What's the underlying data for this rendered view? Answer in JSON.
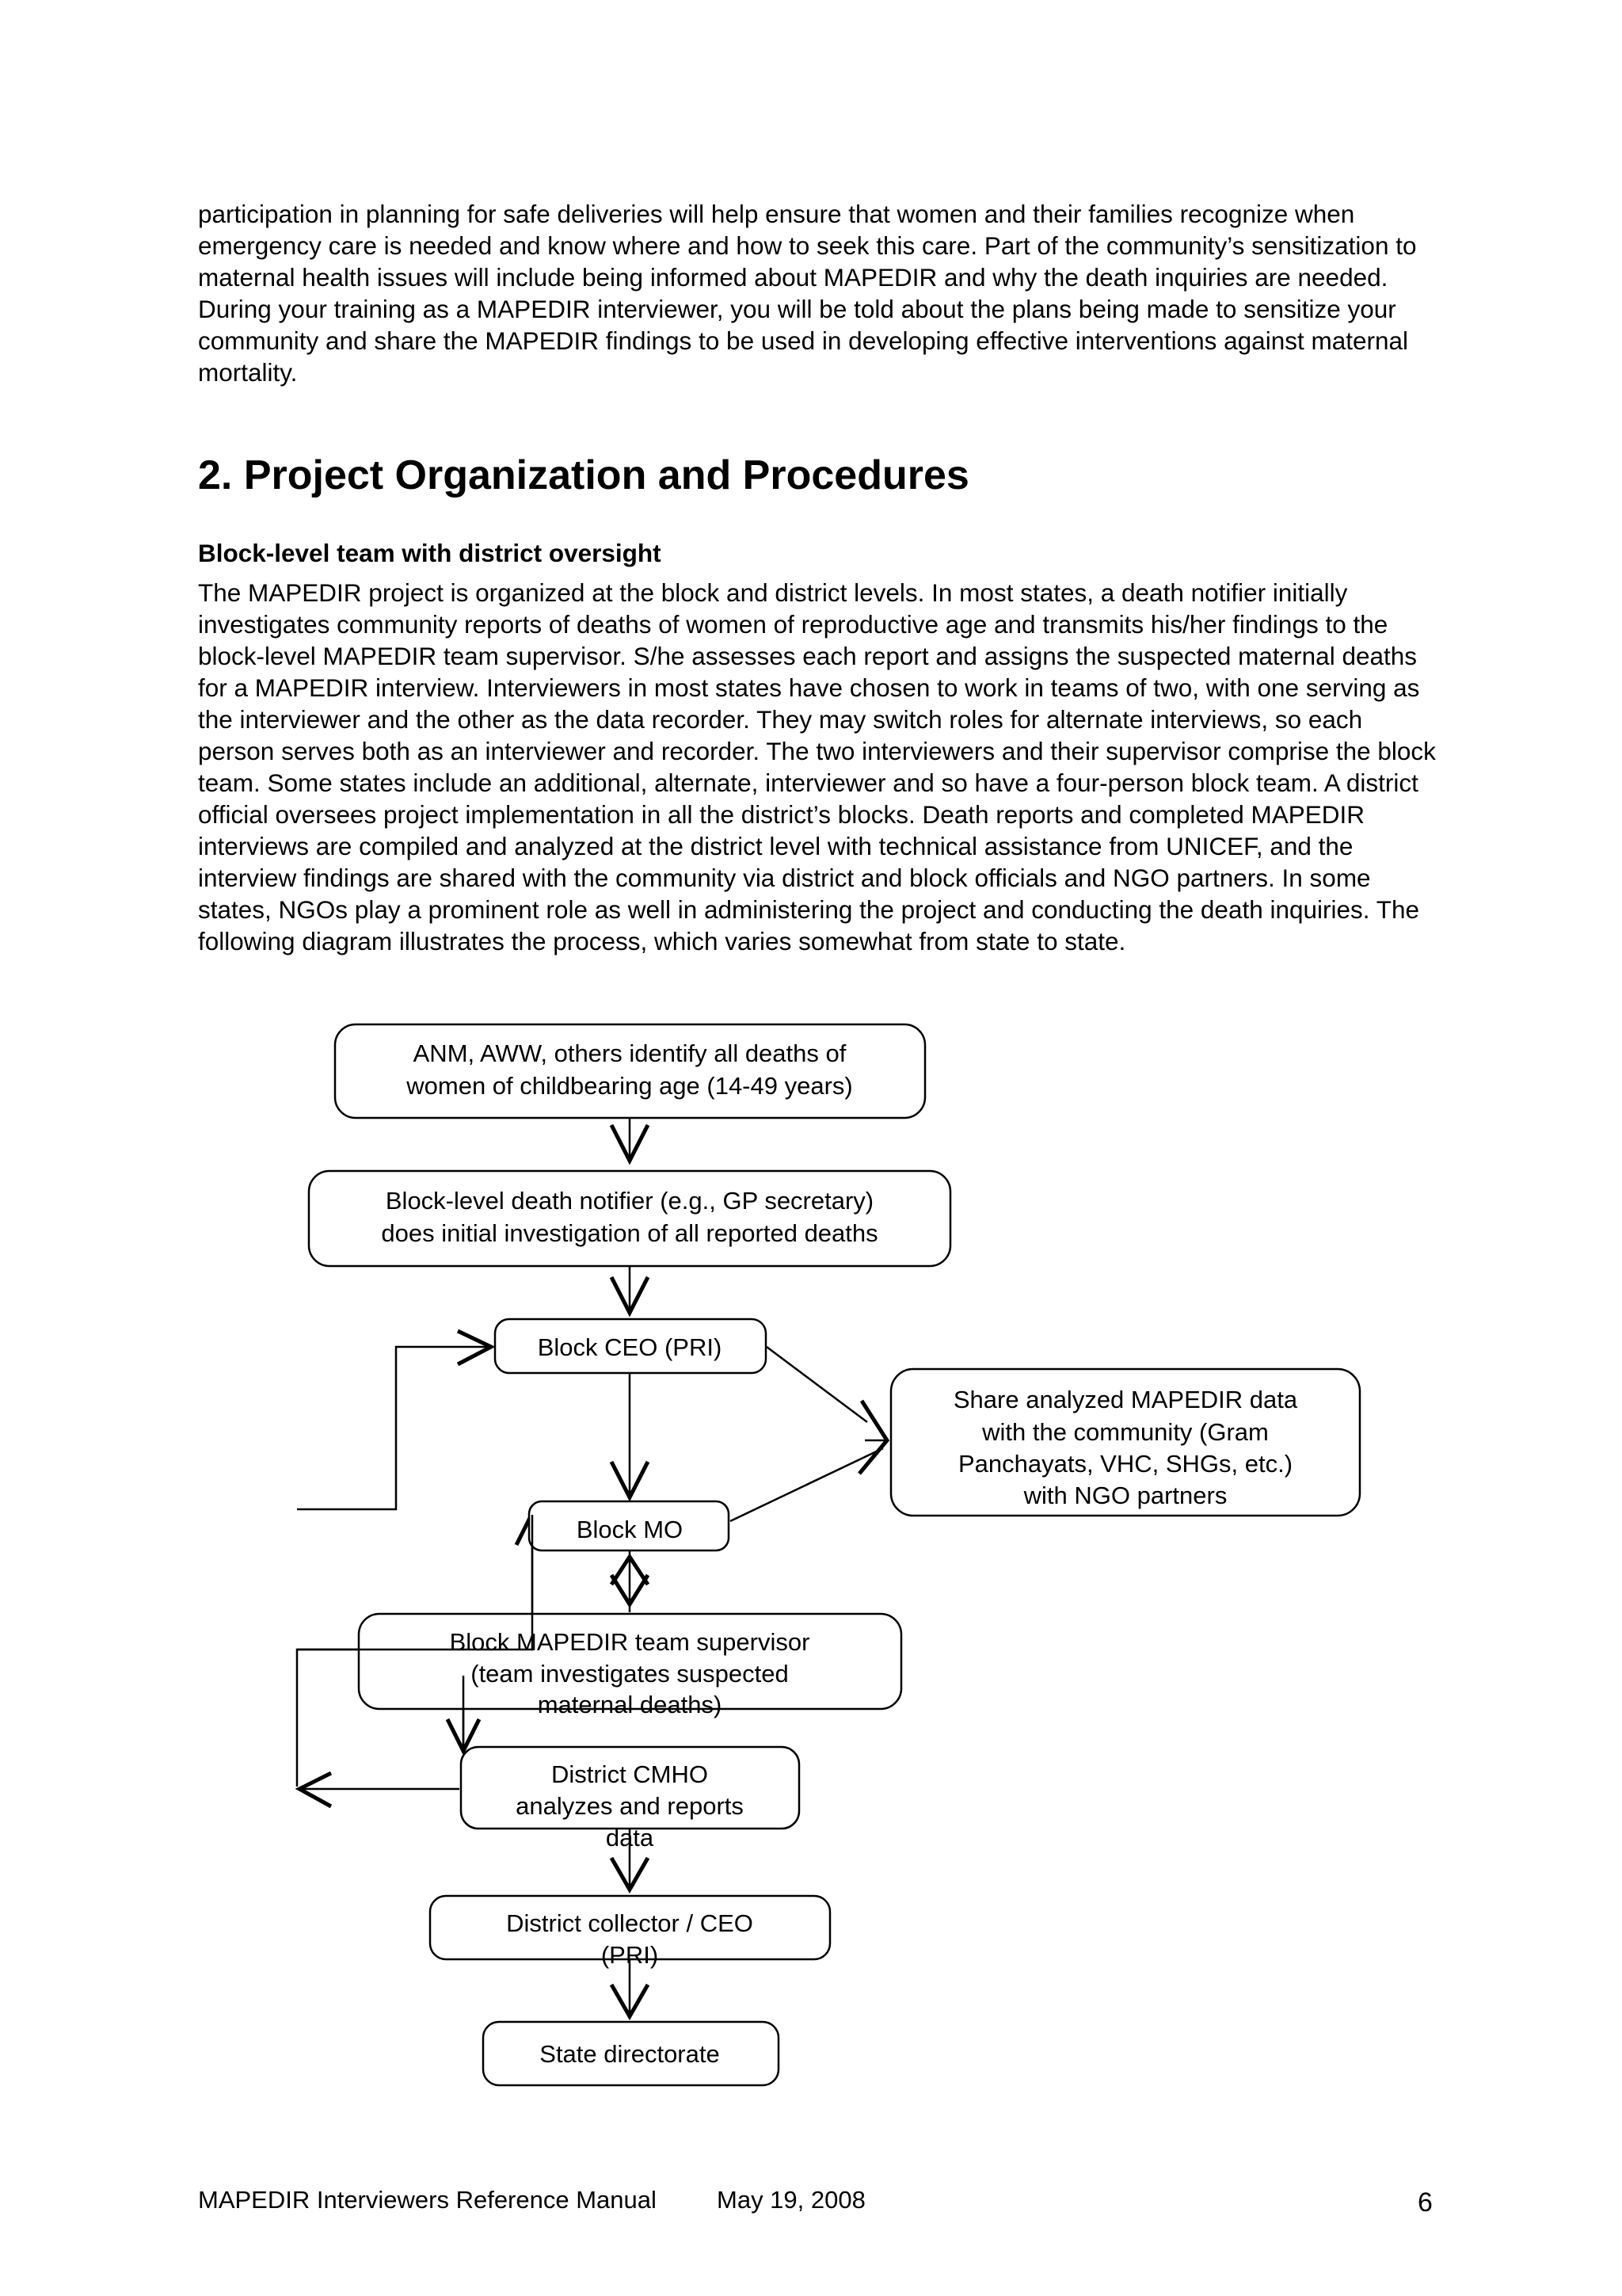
{
  "intro_paragraph": "participation in planning for safe deliveries will help ensure that women and their families recognize when emergency care is needed and know where and how to seek this care. Part of the community’s sensitization to maternal health issues will include being informed about MAPEDIR and why the death inquiries are needed. During your training as a MAPEDIR interviewer, you will be told about the plans being made to sensitize your community and share the MAPEDIR findings to be used in developing effective interventions against maternal mortality.",
  "section_heading": "2.  Project Organization and Procedures",
  "subheading": "Block-level team with district oversight",
  "body_paragraph": "The MAPEDIR project is organized at the block and district levels. In most states, a death notifier initially investigates community reports of deaths of women of reproductive age and transmits his/her findings to the block-level MAPEDIR team supervisor. S/he assesses each report and assigns the suspected maternal deaths for a MAPEDIR interview. Interviewers in most states have chosen to work in teams of two, with one serving as the interviewer and the other as the data recorder. They may switch roles for alternate interviews, so each person serves both as an interviewer and recorder. The two interviewers and their supervisor comprise the block team. Some states include an additional, alternate, interviewer and so have a four-person block team. A district official oversees project implementation in all the district’s blocks. Death reports and completed MAPEDIR interviews are compiled and analyzed at the district level with technical assistance from UNICEF, and the interview findings are shared with the community via district and block officials and NGO partners. In some states, NGOs play a prominent role as well in administering the project and conducting the death inquiries. The following diagram illustrates the process, which varies somewhat from state to state.",
  "diagram": {
    "identify": [
      "ANM, AWW, others identify all deaths of",
      "women of childbearing age (14-49 years)"
    ],
    "notifier": [
      "Block-level death notifier (e.g., GP secretary)",
      "does initial investigation of all reported deaths"
    ],
    "block_ceo": "Block CEO (PRI)",
    "share": [
      "Share analyzed MAPEDIR data",
      "with the community (Gram",
      "Panchayats, VHC, SHGs, etc.)",
      "with NGO partners"
    ],
    "block_mo": "Block MO",
    "supervisor": [
      "Block MAPEDIR team supervisor",
      "(team investigates suspected",
      "maternal deaths)"
    ],
    "cmho": [
      "District CMHO",
      "analyzes and reports",
      "data"
    ],
    "collector": [
      "District collector / CEO",
      "(PRI)"
    ],
    "state": "State directorate"
  },
  "footer": {
    "title": "MAPEDIR Interviewers Reference Manual",
    "date": "May 19, 2008",
    "page": "6"
  }
}
